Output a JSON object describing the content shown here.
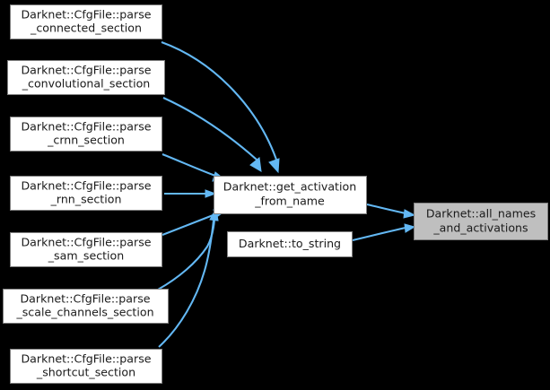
{
  "diagram": {
    "title": "Darknet::all_names_and_activations caller graph",
    "type": "call-graph",
    "background_color": "#000000",
    "edge_color": "#63b8f4",
    "node_fill": "#ffffff",
    "node_highlight_fill": "#bfbfbf",
    "node_border_color": "#808080",
    "node_text_color": "#1a1a1a"
  },
  "nodes": {
    "parse_connected": {
      "line1": "Darknet::CfgFile::parse",
      "line2": "_connected_section",
      "highlighted": false
    },
    "parse_convolutional": {
      "line1": "Darknet::CfgFile::parse",
      "line2": "_convolutional_section",
      "highlighted": false
    },
    "parse_crnn": {
      "line1": "Darknet::CfgFile::parse",
      "line2": "_crnn_section",
      "highlighted": false
    },
    "parse_rnn": {
      "line1": "Darknet::CfgFile::parse",
      "line2": "_rnn_section",
      "highlighted": false
    },
    "parse_sam": {
      "line1": "Darknet::CfgFile::parse",
      "line2": "_sam_section",
      "highlighted": false
    },
    "parse_scale_channels": {
      "line1": "Darknet::CfgFile::parse",
      "line2": "_scale_channels_section",
      "highlighted": false
    },
    "parse_shortcut": {
      "line1": "Darknet::CfgFile::parse",
      "line2": "_shortcut_section",
      "highlighted": false
    },
    "get_activation_from_name": {
      "line1": "Darknet::get_activation",
      "line2": "_from_name",
      "highlighted": false
    },
    "to_string": {
      "line1": "Darknet::to_string",
      "line2": "",
      "highlighted": false
    },
    "all_names_and_activations": {
      "line1": "Darknet::all_names",
      "line2": "_and_activations",
      "highlighted": true
    }
  },
  "edges": [
    {
      "from": "parse_connected",
      "to": "get_activation_from_name"
    },
    {
      "from": "parse_convolutional",
      "to": "get_activation_from_name"
    },
    {
      "from": "parse_crnn",
      "to": "get_activation_from_name"
    },
    {
      "from": "parse_rnn",
      "to": "get_activation_from_name"
    },
    {
      "from": "parse_sam",
      "to": "get_activation_from_name"
    },
    {
      "from": "parse_scale_channels",
      "to": "get_activation_from_name"
    },
    {
      "from": "parse_shortcut",
      "to": "get_activation_from_name"
    },
    {
      "from": "get_activation_from_name",
      "to": "all_names_and_activations"
    },
    {
      "from": "to_string",
      "to": "all_names_and_activations"
    }
  ]
}
